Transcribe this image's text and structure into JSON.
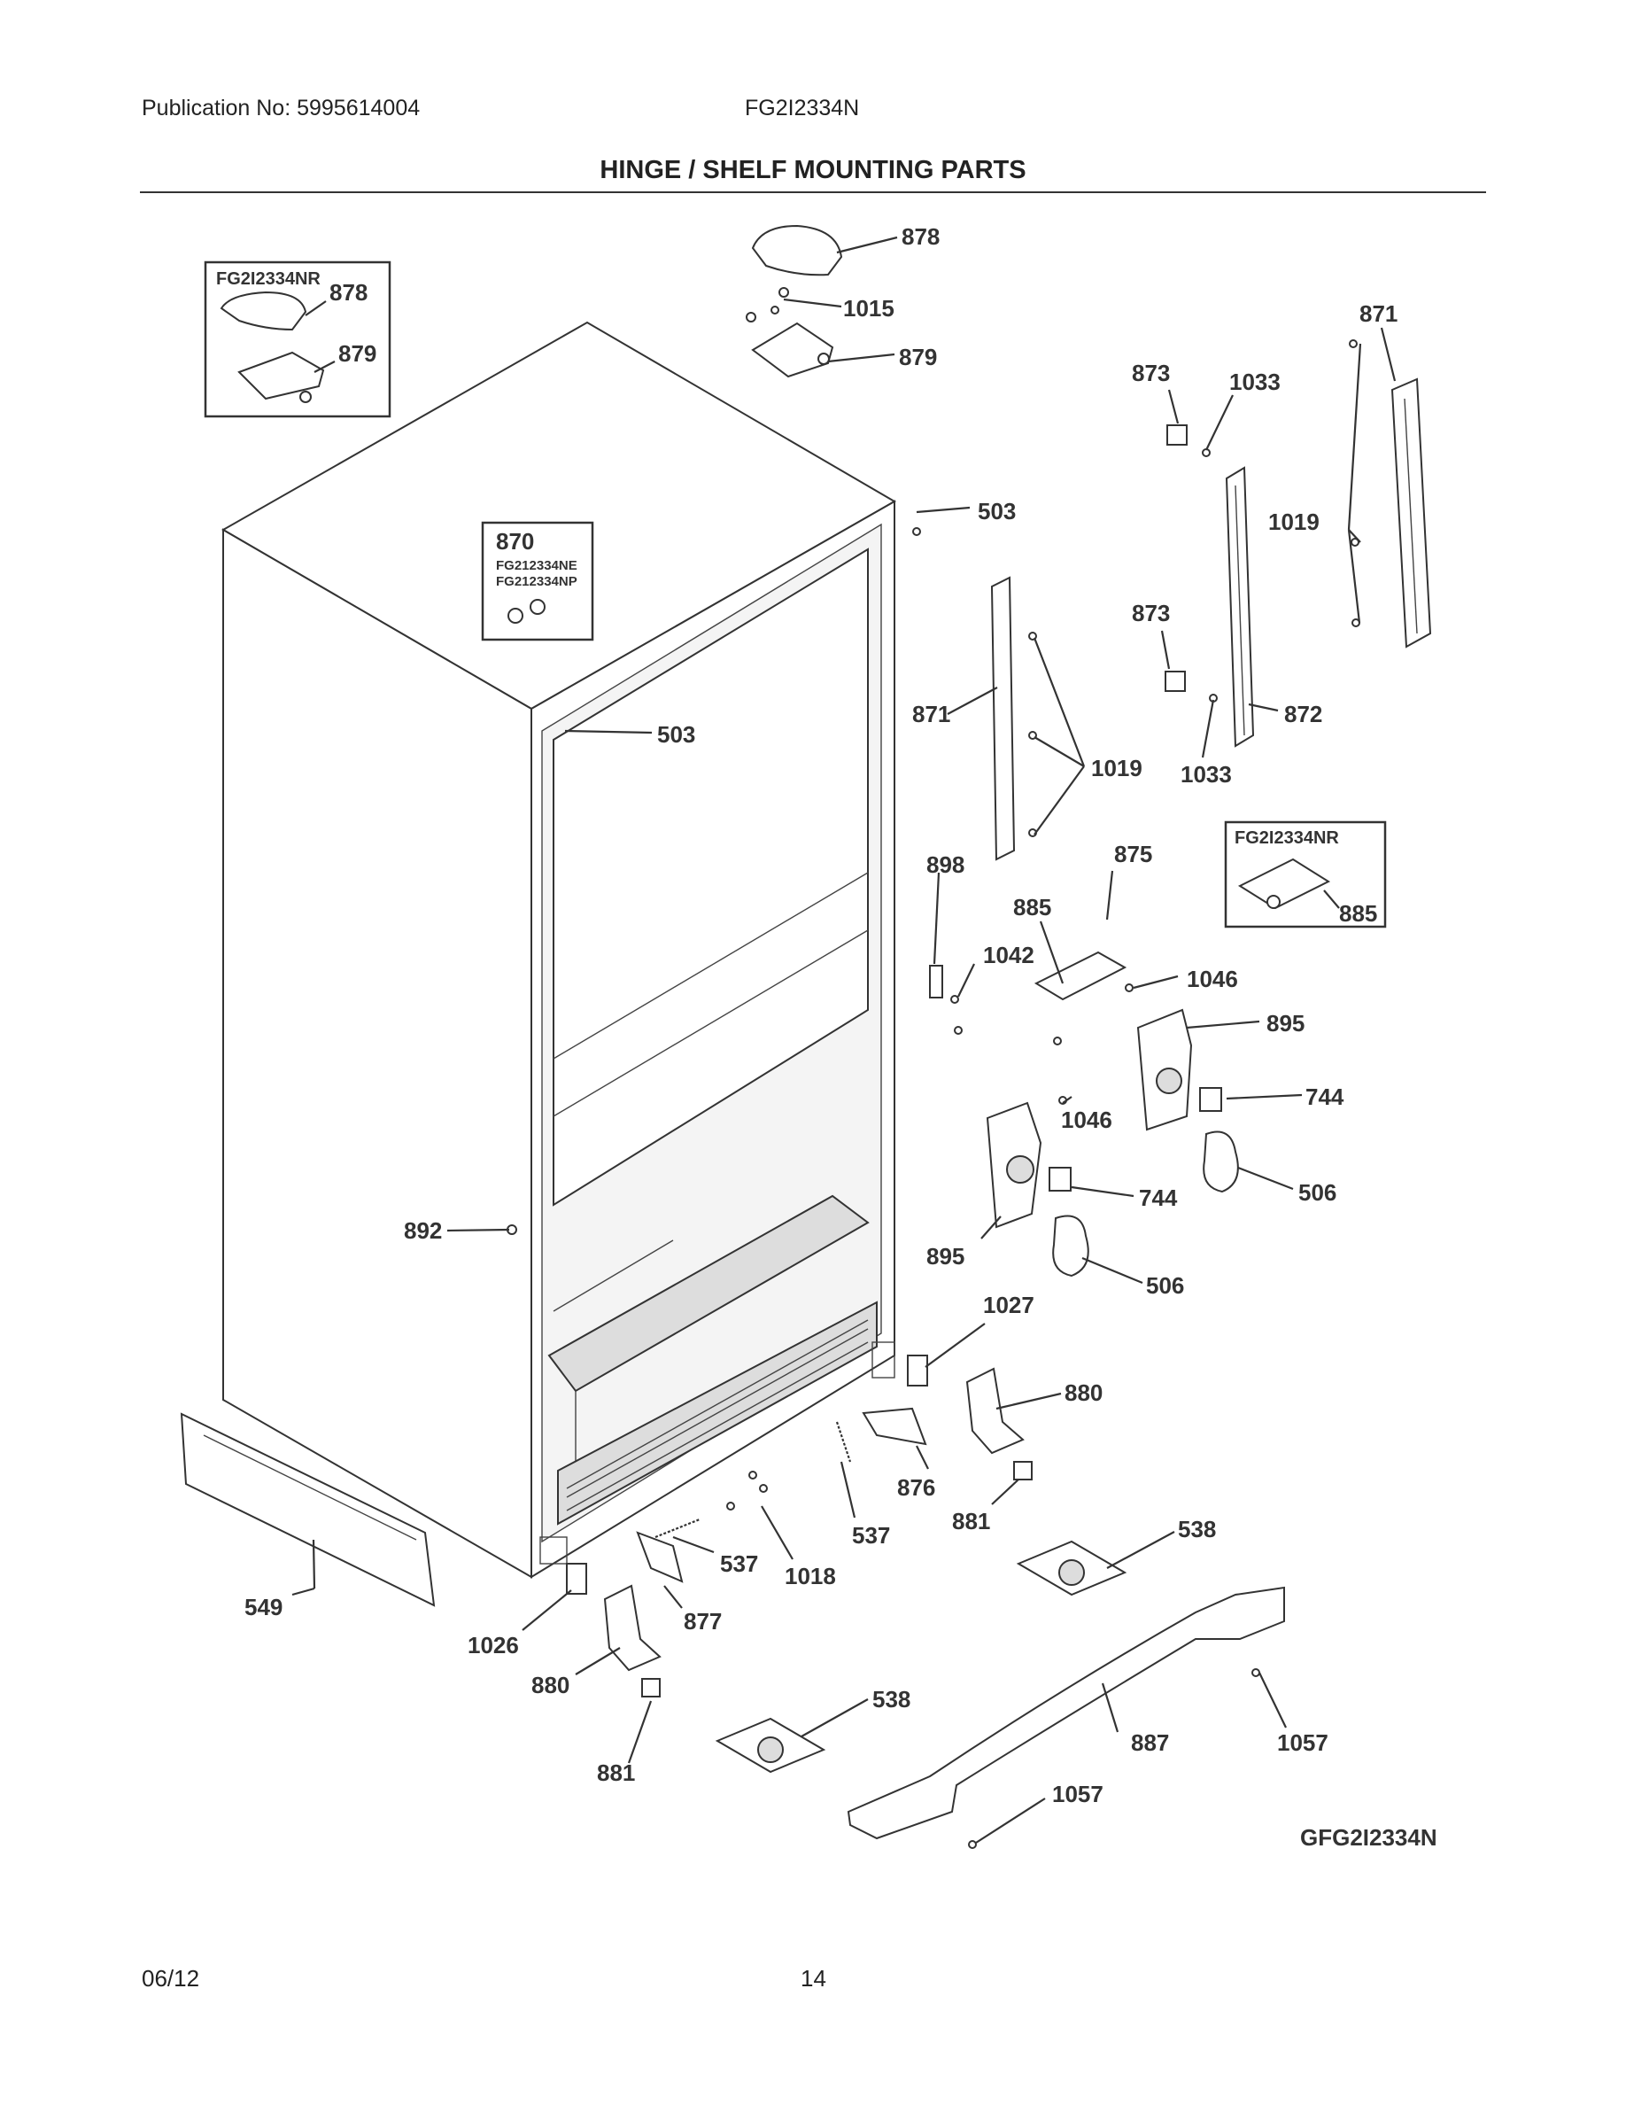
{
  "header": {
    "publication": "Publication No: 5995614004",
    "model": "FG2I2334N",
    "title": "HINGE / SHELF MOUNTING PARTS"
  },
  "footer": {
    "date": "06/12",
    "page": "14"
  },
  "diagram": {
    "code": "GFG2I2334N",
    "insets": {
      "top_left_model": "FG2I2334NR",
      "top_left_part_a": "878",
      "top_left_part_b": "879",
      "middle_part": "870",
      "middle_model_a": "FG212334NE",
      "middle_model_b": "FG212334NP",
      "right_model": "FG2I2334NR",
      "right_part": "885"
    },
    "callouts": {
      "p878": "878",
      "p1015": "1015",
      "p879": "879",
      "p871_top": "871",
      "p873_top": "873",
      "p1033_top": "1033",
      "p1019_right": "1019",
      "p503_top": "503",
      "p873_mid": "873",
      "p872": "872",
      "p1033_mid": "1033",
      "p871_mid": "871",
      "p1019_mid": "1019",
      "p503_mid": "503",
      "p898": "898",
      "p875": "875",
      "p885": "885",
      "p1042": "1042",
      "p1046_a": "1046",
      "p895_a": "895",
      "p744_a": "744",
      "p1046_b": "1046",
      "p506_a": "506",
      "p744_b": "744",
      "p895_b": "895",
      "p506_b": "506",
      "p892": "892",
      "p1027": "1027",
      "p880_a": "880",
      "p876": "876",
      "p881_a": "881",
      "p537_a": "537",
      "p538_a": "538",
      "p537_b": "537",
      "p1018": "1018",
      "p549": "549",
      "p877": "877",
      "p1026": "1026",
      "p880_b": "880",
      "p538_b": "538",
      "p887": "887",
      "p1057_a": "1057",
      "p881_b": "881",
      "p1057_b": "1057"
    }
  }
}
